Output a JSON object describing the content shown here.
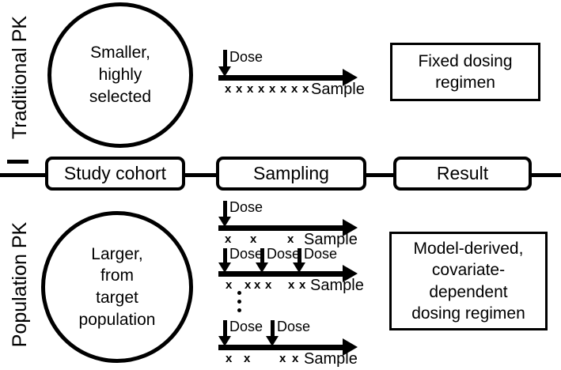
{
  "figure": {
    "title": "Traditional PK versus Population PK study design comparison",
    "background": "#ffffff",
    "ink": "#000000"
  },
  "row_labels": {
    "traditional": "Traditional PK",
    "population": "Population PK"
  },
  "process_row": {
    "boxes": [
      {
        "label": "Study cohort"
      },
      {
        "label": "Sampling"
      },
      {
        "label": "Result"
      }
    ]
  },
  "traditional": {
    "cohort_circle": {
      "lines": [
        "Smaller,",
        "highly",
        "selected"
      ]
    },
    "timeline": {
      "doses": [
        {
          "label": "Dose"
        }
      ],
      "sample_count": 8,
      "sample_mark": "x",
      "sample_label": "Sample"
    },
    "result_box": {
      "lines": [
        "Fixed dosing",
        "regimen"
      ]
    }
  },
  "population": {
    "cohort_circle": {
      "lines": [
        "Larger,",
        "from",
        "target",
        "population"
      ]
    },
    "timelines": [
      {
        "doses": [
          {
            "label": "Dose"
          }
        ],
        "sample_mark": "x",
        "sample_count": 3,
        "sample_label": "Sample"
      },
      {
        "doses": [
          {
            "label": "Dose"
          },
          {
            "label": "Dose"
          },
          {
            "label": "Dose"
          }
        ],
        "sample_mark": "x",
        "sample_count": 6,
        "sample_label": "Sample"
      },
      {
        "doses": [
          {
            "label": "Dose"
          },
          {
            "label": "Dose"
          }
        ],
        "sample_mark": "x",
        "sample_count": 4,
        "sample_label": "Sample"
      }
    ],
    "ellipsis": "vertical-ellipsis",
    "result_box": {
      "lines": [
        "Model-derived,",
        "covariate-",
        "dependent",
        "dosing regimen"
      ]
    }
  }
}
